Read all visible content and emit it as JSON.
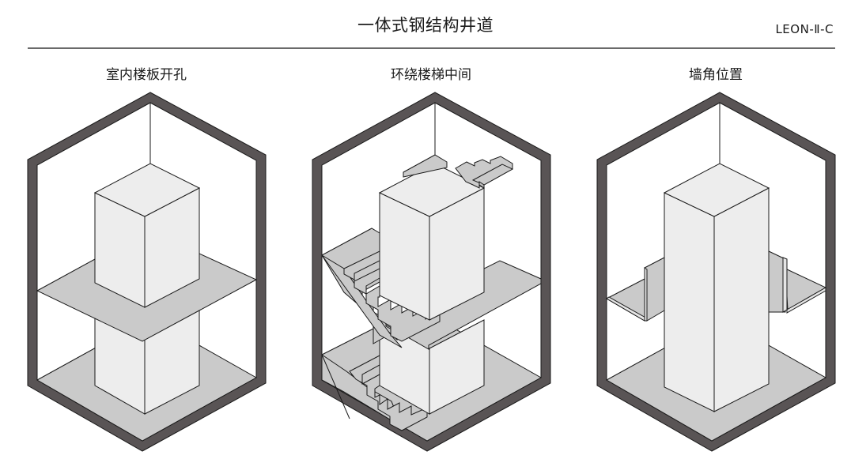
{
  "header": {
    "title": "一体式钢结构井道",
    "model_code": "LEON-Ⅱ-C"
  },
  "panels": [
    {
      "caption": "室内楼板开孔",
      "type": "floor-opening"
    },
    {
      "caption": "环绕楼梯中间",
      "type": "stair-surround"
    },
    {
      "caption": "墙角位置",
      "type": "wall-corner"
    }
  ],
  "colors": {
    "wall": "#595455",
    "slab": "#cacaca",
    "shaft": "#ededed",
    "line": "#1a1a1a",
    "rule": "#6a6a6a"
  }
}
